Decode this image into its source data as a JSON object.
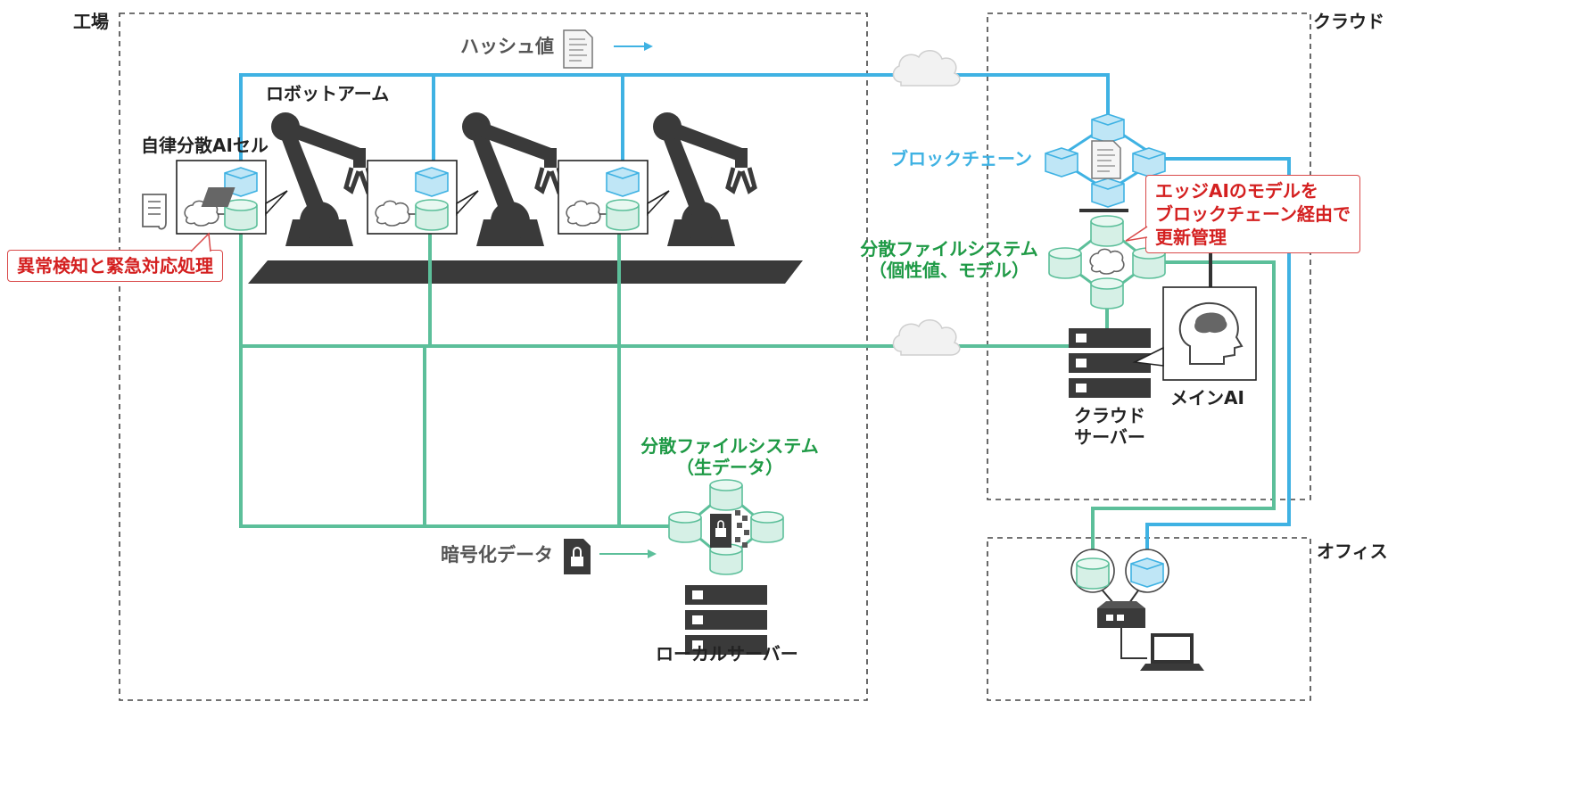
{
  "zones": {
    "factory": "工場",
    "cloud": "クラウド",
    "office": "オフィス"
  },
  "labels": {
    "hash_value": "ハッシュ値",
    "robot_arm": "ロボットアーム",
    "ai_cell": "自律分散AIセル",
    "blockchain": "ブロックチェーン",
    "dfs_cloud_line1": "分散ファイルシステム",
    "dfs_cloud_line2": "（個性値、モデル）",
    "dfs_local_line1": "分散ファイルシステム",
    "dfs_local_line2": "（生データ）",
    "encrypted_data": "暗号化データ",
    "local_server": "ローカルサーバー",
    "cloud_server_line1": "クラウド",
    "cloud_server_line2": "サーバー",
    "main_ai": "メインAI"
  },
  "callouts": {
    "anomaly": "異常検知と緊急対応処理",
    "edge_line1": "エッジAIのモデルを",
    "edge_line2": "ブロックチェーン経由で",
    "edge_line3": "更新管理"
  },
  "colors": {
    "blue_line": "#3fb2e3",
    "green_line": "#5cbf9a",
    "red_text": "#d42020",
    "dark": "#333333"
  },
  "icons": [
    "document-icon",
    "cloud-icon",
    "cube-icon",
    "database-icon",
    "brain-icon",
    "robot-arm-icon",
    "server-icon",
    "lock-file-icon",
    "laptop-icon",
    "hub-icon",
    "head-icon"
  ]
}
